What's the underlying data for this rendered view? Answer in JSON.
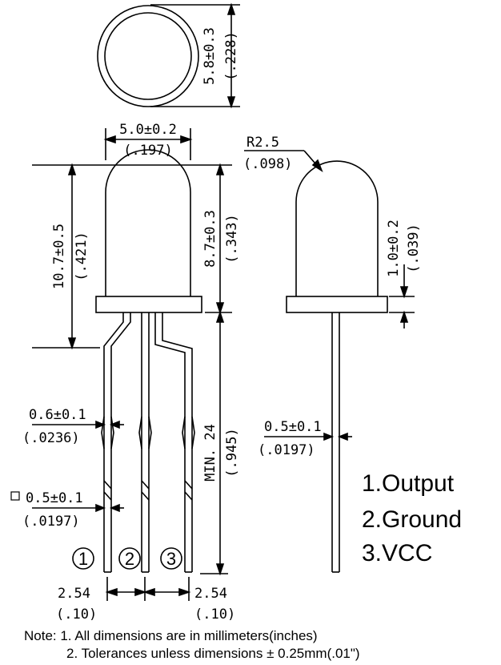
{
  "dimensions": {
    "top_diameter": "5.8±0.3",
    "top_diameter_in": "(.228)",
    "body_width": "5.0±0.2",
    "body_width_in": "(.197)",
    "total_height": "10.7±0.5",
    "total_height_in": "(.421)",
    "dome_height": "8.7±0.3",
    "dome_height_in": "(.343)",
    "radius": "R2.5",
    "radius_in": "(.098)",
    "flange": "1.0±0.2",
    "flange_in": "(.039)",
    "lead_width_front": "0.6±0.1",
    "lead_width_front_in": "(.0236)",
    "lead_square": "0.5±0.1",
    "lead_square_in": "(.0197)",
    "lead_width_side": "0.5±0.1",
    "lead_width_side_in": "(.0197)",
    "lead_length": "MIN. 24",
    "lead_length_in": "(.945)",
    "pitch_left": "2.54",
    "pitch_left_in": "(.10)",
    "pitch_right": "2.54",
    "pitch_right_in": "(.10)"
  },
  "pins": {
    "num1": "1",
    "num2": "2",
    "num3": "3",
    "label1": "1.Output",
    "label2": "2.Ground",
    "label3": "3.VCC"
  },
  "notes": {
    "line1": "Note: 1. All dimensions are in millimeters(inches)",
    "line2": "2. Tolerances unless dimensions ± 0.25mm(.01\")"
  }
}
